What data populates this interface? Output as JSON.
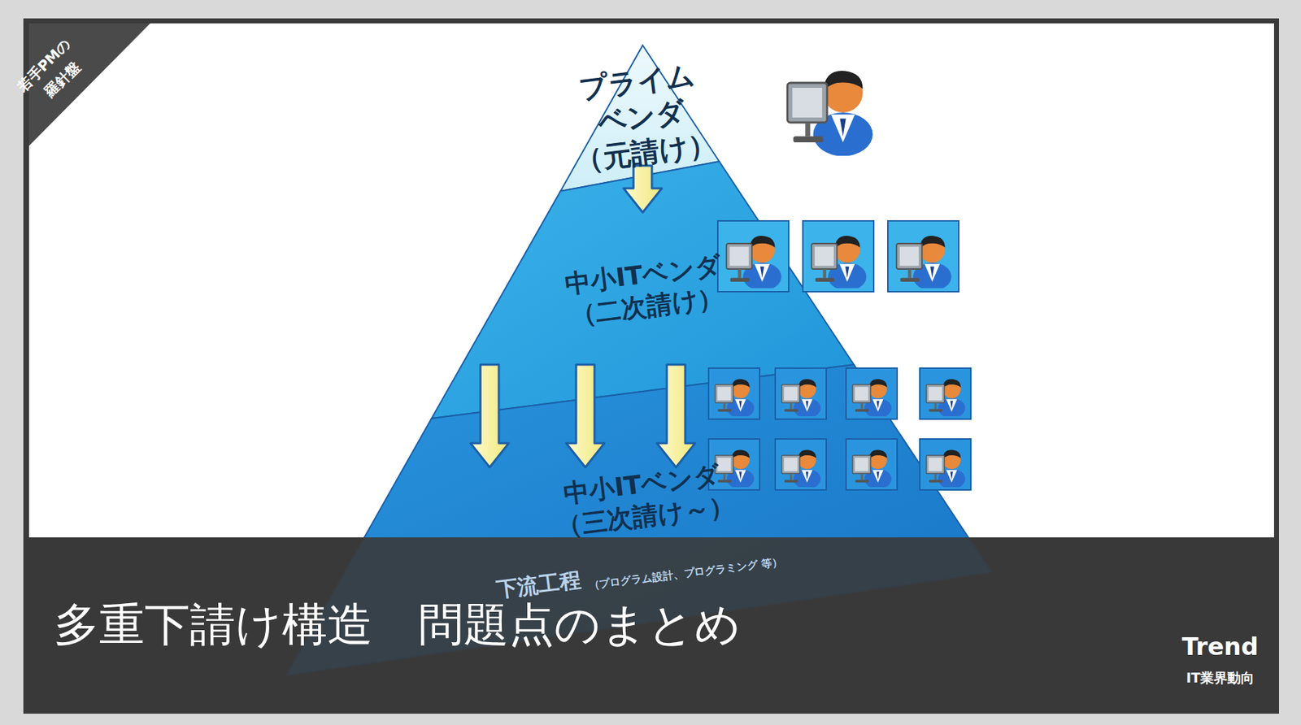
{
  "diagram": {
    "title": "多重下請け構造　問題点のまとめ",
    "nodes": [
      {
        "text": [
          "プライム ベンダ （元請け）"
        ]
      },
      {
        "text": [
          "中小ITベンダ （二次請け）"
        ]
      },
      {
        "text": [
          "中小ITベンダ （三次請け～）",
          "下流工程",
          "（プログラム設計、プログラミング 等）"
        ]
      }
    ],
    "edges": [
      {
        "from": 0,
        "to": 1,
        "arrow": "to"
      },
      {
        "from": 1,
        "to": 2,
        "arrow": "to"
      },
      {
        "from": 1,
        "to": 2,
        "arrow": "to"
      },
      {
        "from": 1,
        "to": 2,
        "arrow": "to"
      }
    ],
    "labels": [
      "若手PMの",
      "羅針盤",
      "Trend",
      "IT業界動向"
    ]
  }
}
